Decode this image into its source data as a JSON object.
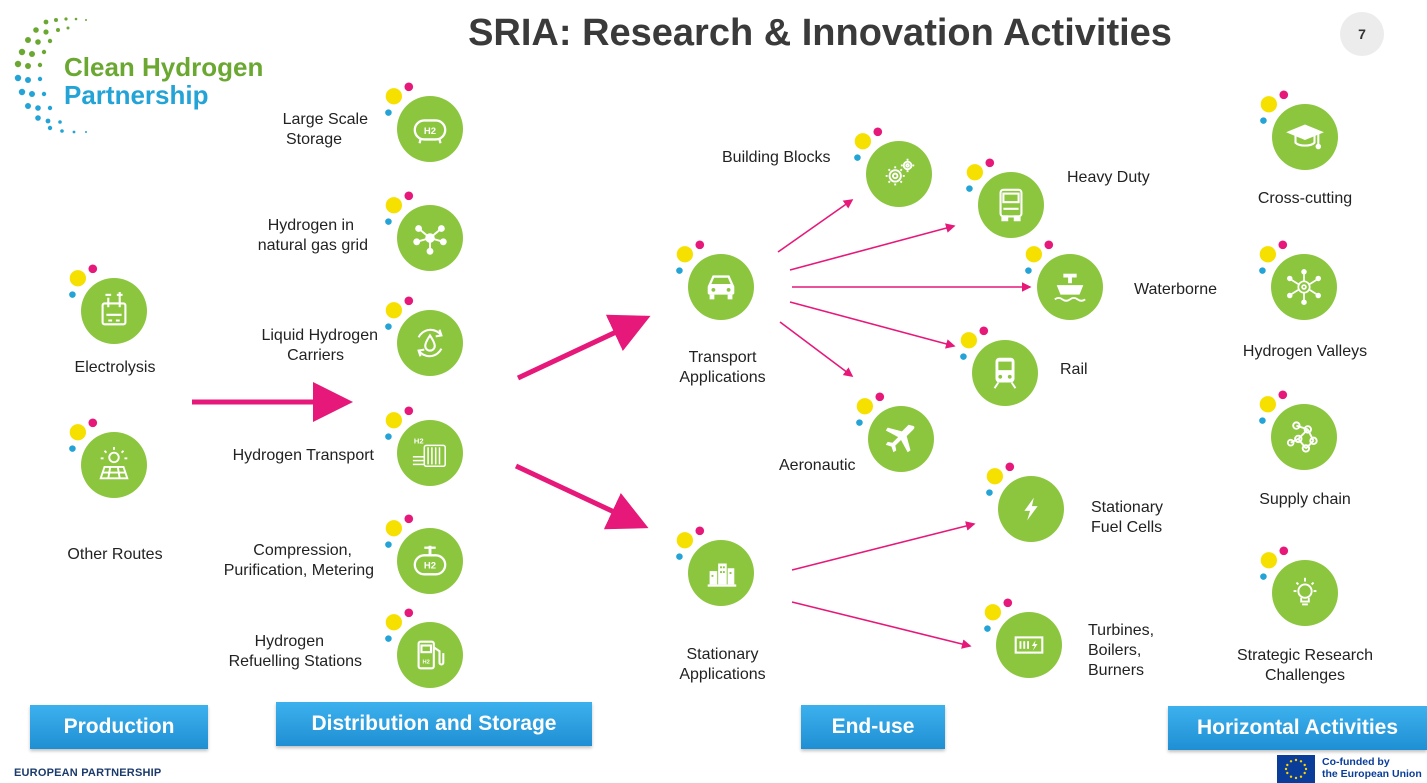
{
  "title": "SRIA: Research & Innovation Activities",
  "page_number": "7",
  "logo": {
    "line1": "Clean Hydrogen",
    "line2": "Partnership"
  },
  "colors": {
    "node_green": "#8cc63f",
    "arrow_pink": "#e6197a",
    "button_blue": "#2a9fe0",
    "dot_yellow": "#f5e000",
    "dot_pink": "#e6197a",
    "dot_blue": "#23a3d6"
  },
  "production": {
    "items": [
      {
        "label": "Electrolysis",
        "icon": "electrolyser-icon"
      },
      {
        "label": "Other Routes",
        "icon": "solar-panel-icon"
      }
    ]
  },
  "distribution": {
    "items": [
      {
        "label_lines": [
          "Large Scale",
          "Storage"
        ],
        "icon": "h2-tank-icon"
      },
      {
        "label_lines": [
          "Hydrogen in",
          "natural gas grid"
        ],
        "icon": "network-icon"
      },
      {
        "label_lines": [
          "Liquid Hydrogen",
          "Carriers"
        ],
        "icon": "droplet-cycle-icon"
      },
      {
        "label_lines": [
          "Hydrogen Transport"
        ],
        "icon": "h2-pipeline-icon"
      },
      {
        "label_lines": [
          "Compression,",
          "Purification, Metering"
        ],
        "icon": "h2-compressor-icon"
      },
      {
        "label_lines": [
          "Hydrogen",
          "Refuelling Stations"
        ],
        "icon": "fuel-pump-icon"
      }
    ]
  },
  "enduse": {
    "transport": {
      "label_lines": [
        "Transport",
        "Applications"
      ],
      "icon": "car-icon"
    },
    "stationary": {
      "label_lines": [
        "Stationary",
        "Applications"
      ],
      "icon": "buildings-icon"
    },
    "transport_children": [
      {
        "label": "Building Blocks",
        "icon": "gears-icon"
      },
      {
        "label": "Heavy Duty",
        "icon": "truck-icon"
      },
      {
        "label": "Waterborne",
        "icon": "ship-icon"
      },
      {
        "label": "Rail",
        "icon": "train-icon"
      },
      {
        "label": "Aeronautic",
        "icon": "airplane-icon"
      }
    ],
    "stationary_children": [
      {
        "label_lines": [
          "Stationary",
          "Fuel Cells"
        ],
        "icon": "lightning-icon"
      },
      {
        "label_lines": [
          "Turbines,",
          "Boilers,",
          "Burners"
        ],
        "icon": "boiler-icon"
      }
    ]
  },
  "horizontal": {
    "items": [
      {
        "label_lines": [
          "Cross-cutting"
        ],
        "icon": "graduation-cap-icon"
      },
      {
        "label_lines": [
          "Hydrogen Valleys"
        ],
        "icon": "valley-network-icon"
      },
      {
        "label_lines": [
          "Supply chain"
        ],
        "icon": "supply-chain-icon"
      },
      {
        "label_lines": [
          "Strategic Research",
          "Challenges"
        ],
        "icon": "lightbulb-icon"
      }
    ]
  },
  "buttons": {
    "production": "Production",
    "distribution": "Distribution and Storage",
    "enduse": "End-use",
    "horizontal": "Horizontal Activities"
  },
  "footer": {
    "left": "EUROPEAN PARTNERSHIP",
    "eu_line1": "Co-funded by",
    "eu_line2": "the European Union"
  }
}
